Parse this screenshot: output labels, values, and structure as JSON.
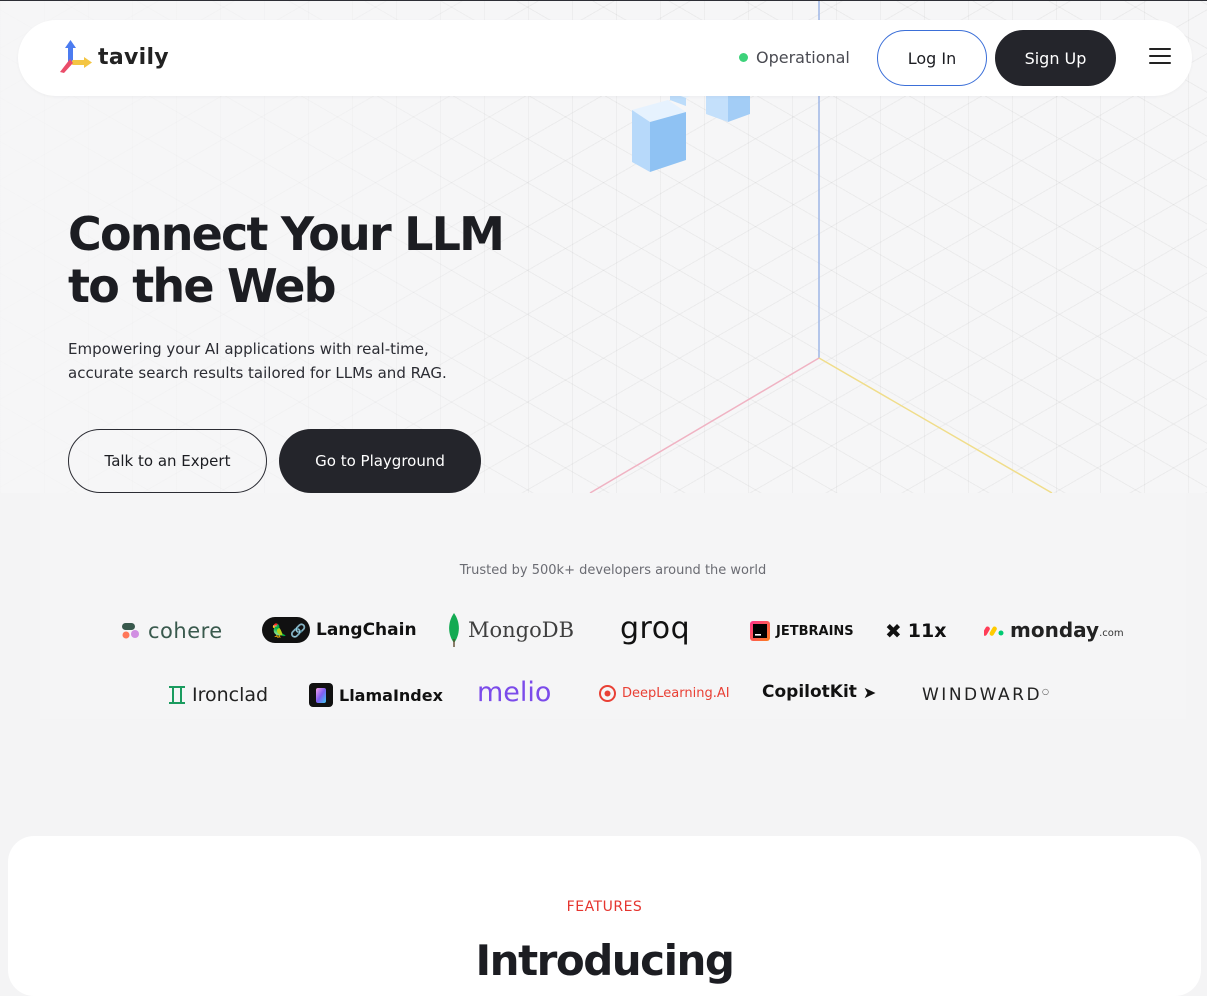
{
  "nav": {
    "brand": "tavily",
    "status_label": "Operational",
    "login_label": "Log In",
    "signup_label": "Sign Up",
    "status_color": "#3dd27a"
  },
  "hero": {
    "title_line1": "Connect Your LLM",
    "title_line2": "to the Web",
    "subtitle_line1": "Empowering your AI applications with real-time,",
    "subtitle_line2": "accurate search results tailored for LLMs and RAG.",
    "cta_secondary": "Talk to an Expert",
    "cta_primary": "Go to Playground"
  },
  "trusted": {
    "title": "Trusted by 500k+ developers around the world",
    "logos": {
      "cohere": "cohere",
      "langchain": "LangChain",
      "mongodb": "MongoDB",
      "groq": "groq",
      "jetbrains": "JETBRAINS",
      "elevenx": "11x",
      "monday": "monday",
      "monday_suffix": ".com",
      "ironclad": "Ironclad",
      "llamaindex": "LlamaIndex",
      "melio": "melio",
      "deeplearning": "DeepLearning.AI",
      "copilotkit": "CopilotKit",
      "windward": "WINDWARD"
    }
  },
  "features": {
    "label": "FEATURES",
    "heading": "Introducing"
  },
  "colors": {
    "dark": "#24252b",
    "accent_blue": "#3b6fd8",
    "features_red": "#e5352f"
  }
}
